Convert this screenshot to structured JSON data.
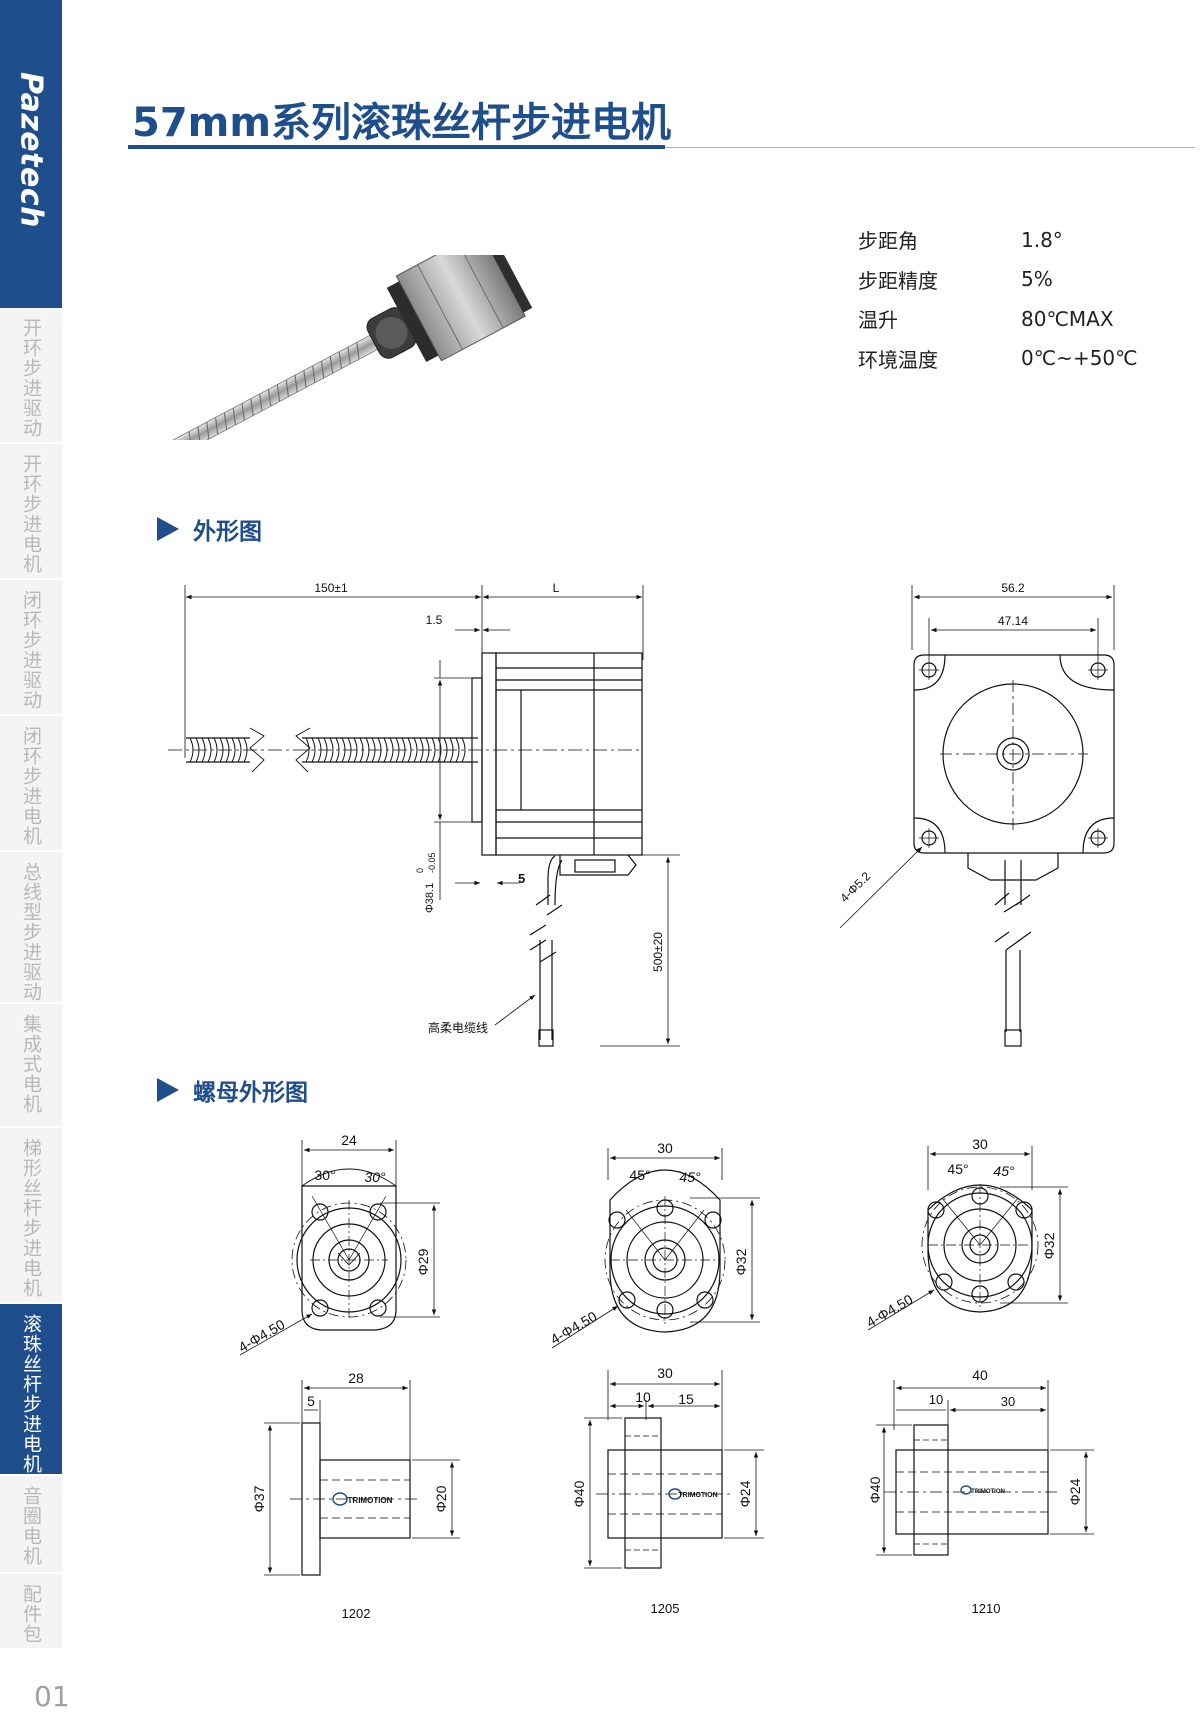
{
  "brand": "Pazetech",
  "title": "57mm系列滚珠丝杆步进电机",
  "sidebar": {
    "items": [
      {
        "label": "开环步进驱动"
      },
      {
        "label": "开环步进电机"
      },
      {
        "label": "闭环步进驱动"
      },
      {
        "label": "闭环步进电机"
      },
      {
        "label": "总线型步进驱动"
      },
      {
        "label": "集成式电机"
      },
      {
        "label": "梯形丝杆步进电机"
      },
      {
        "label": "滚珠丝杆步进电机"
      },
      {
        "label": "音圈电机"
      },
      {
        "label": "配件包"
      }
    ],
    "active_index": 7,
    "accent": "#1f4e8c"
  },
  "page_number": "01",
  "specs": [
    {
      "label": "步距角",
      "value": "1.8°"
    },
    {
      "label": "步距精度",
      "value": "5%"
    },
    {
      "label": "温升",
      "value": "80℃MAX"
    },
    {
      "label": "环境温度",
      "value": "0℃~+50℃"
    }
  ],
  "sections": {
    "outline": "外形图",
    "nut_outline": "螺母外形图"
  },
  "outline_drawing": {
    "dims": {
      "screw_length": "150±1",
      "body_length": "L",
      "flange": "1.5",
      "boss": "Φ38.1",
      "boss_tol_upper": "0",
      "boss_tol_lower": "-0.05",
      "boss_small": "5",
      "cable_length": "500±20",
      "cable_note": "高柔电缆线",
      "width": "56.2",
      "hole_spacing": "47.14",
      "holes": "4-Φ5.2"
    }
  },
  "nut_drawings": [
    {
      "model": "1202",
      "front": {
        "width": "24",
        "angle_left": "30°",
        "angle_right": "30°",
        "pcd": "Φ29",
        "holes": "4-Φ4.50"
      },
      "side": {
        "length": "28",
        "flange": "5",
        "flange_dia": "Φ37",
        "body_dia": "Φ20"
      },
      "logo": "TRIMOTION"
    },
    {
      "model": "1205",
      "front": {
        "width": "30",
        "angle_left": "45°",
        "angle_right": "45°",
        "pcd": "Φ32",
        "holes": "4-Φ4.50"
      },
      "side": {
        "length": "30",
        "flange": "10",
        "body": "15",
        "flange_dia": "Φ40",
        "body_dia": "Φ24"
      },
      "logo": "TRIMOTION"
    },
    {
      "model": "1210",
      "front": {
        "width": "30",
        "angle_left": "45°",
        "angle_right": "45°",
        "pcd": "Φ32",
        "holes": "4-Φ4.50"
      },
      "side": {
        "length": "40",
        "flange": "10",
        "body": "30",
        "flange_dia": "Φ40",
        "body_dia": "Φ24"
      },
      "logo": "TRIMOTION"
    }
  ]
}
